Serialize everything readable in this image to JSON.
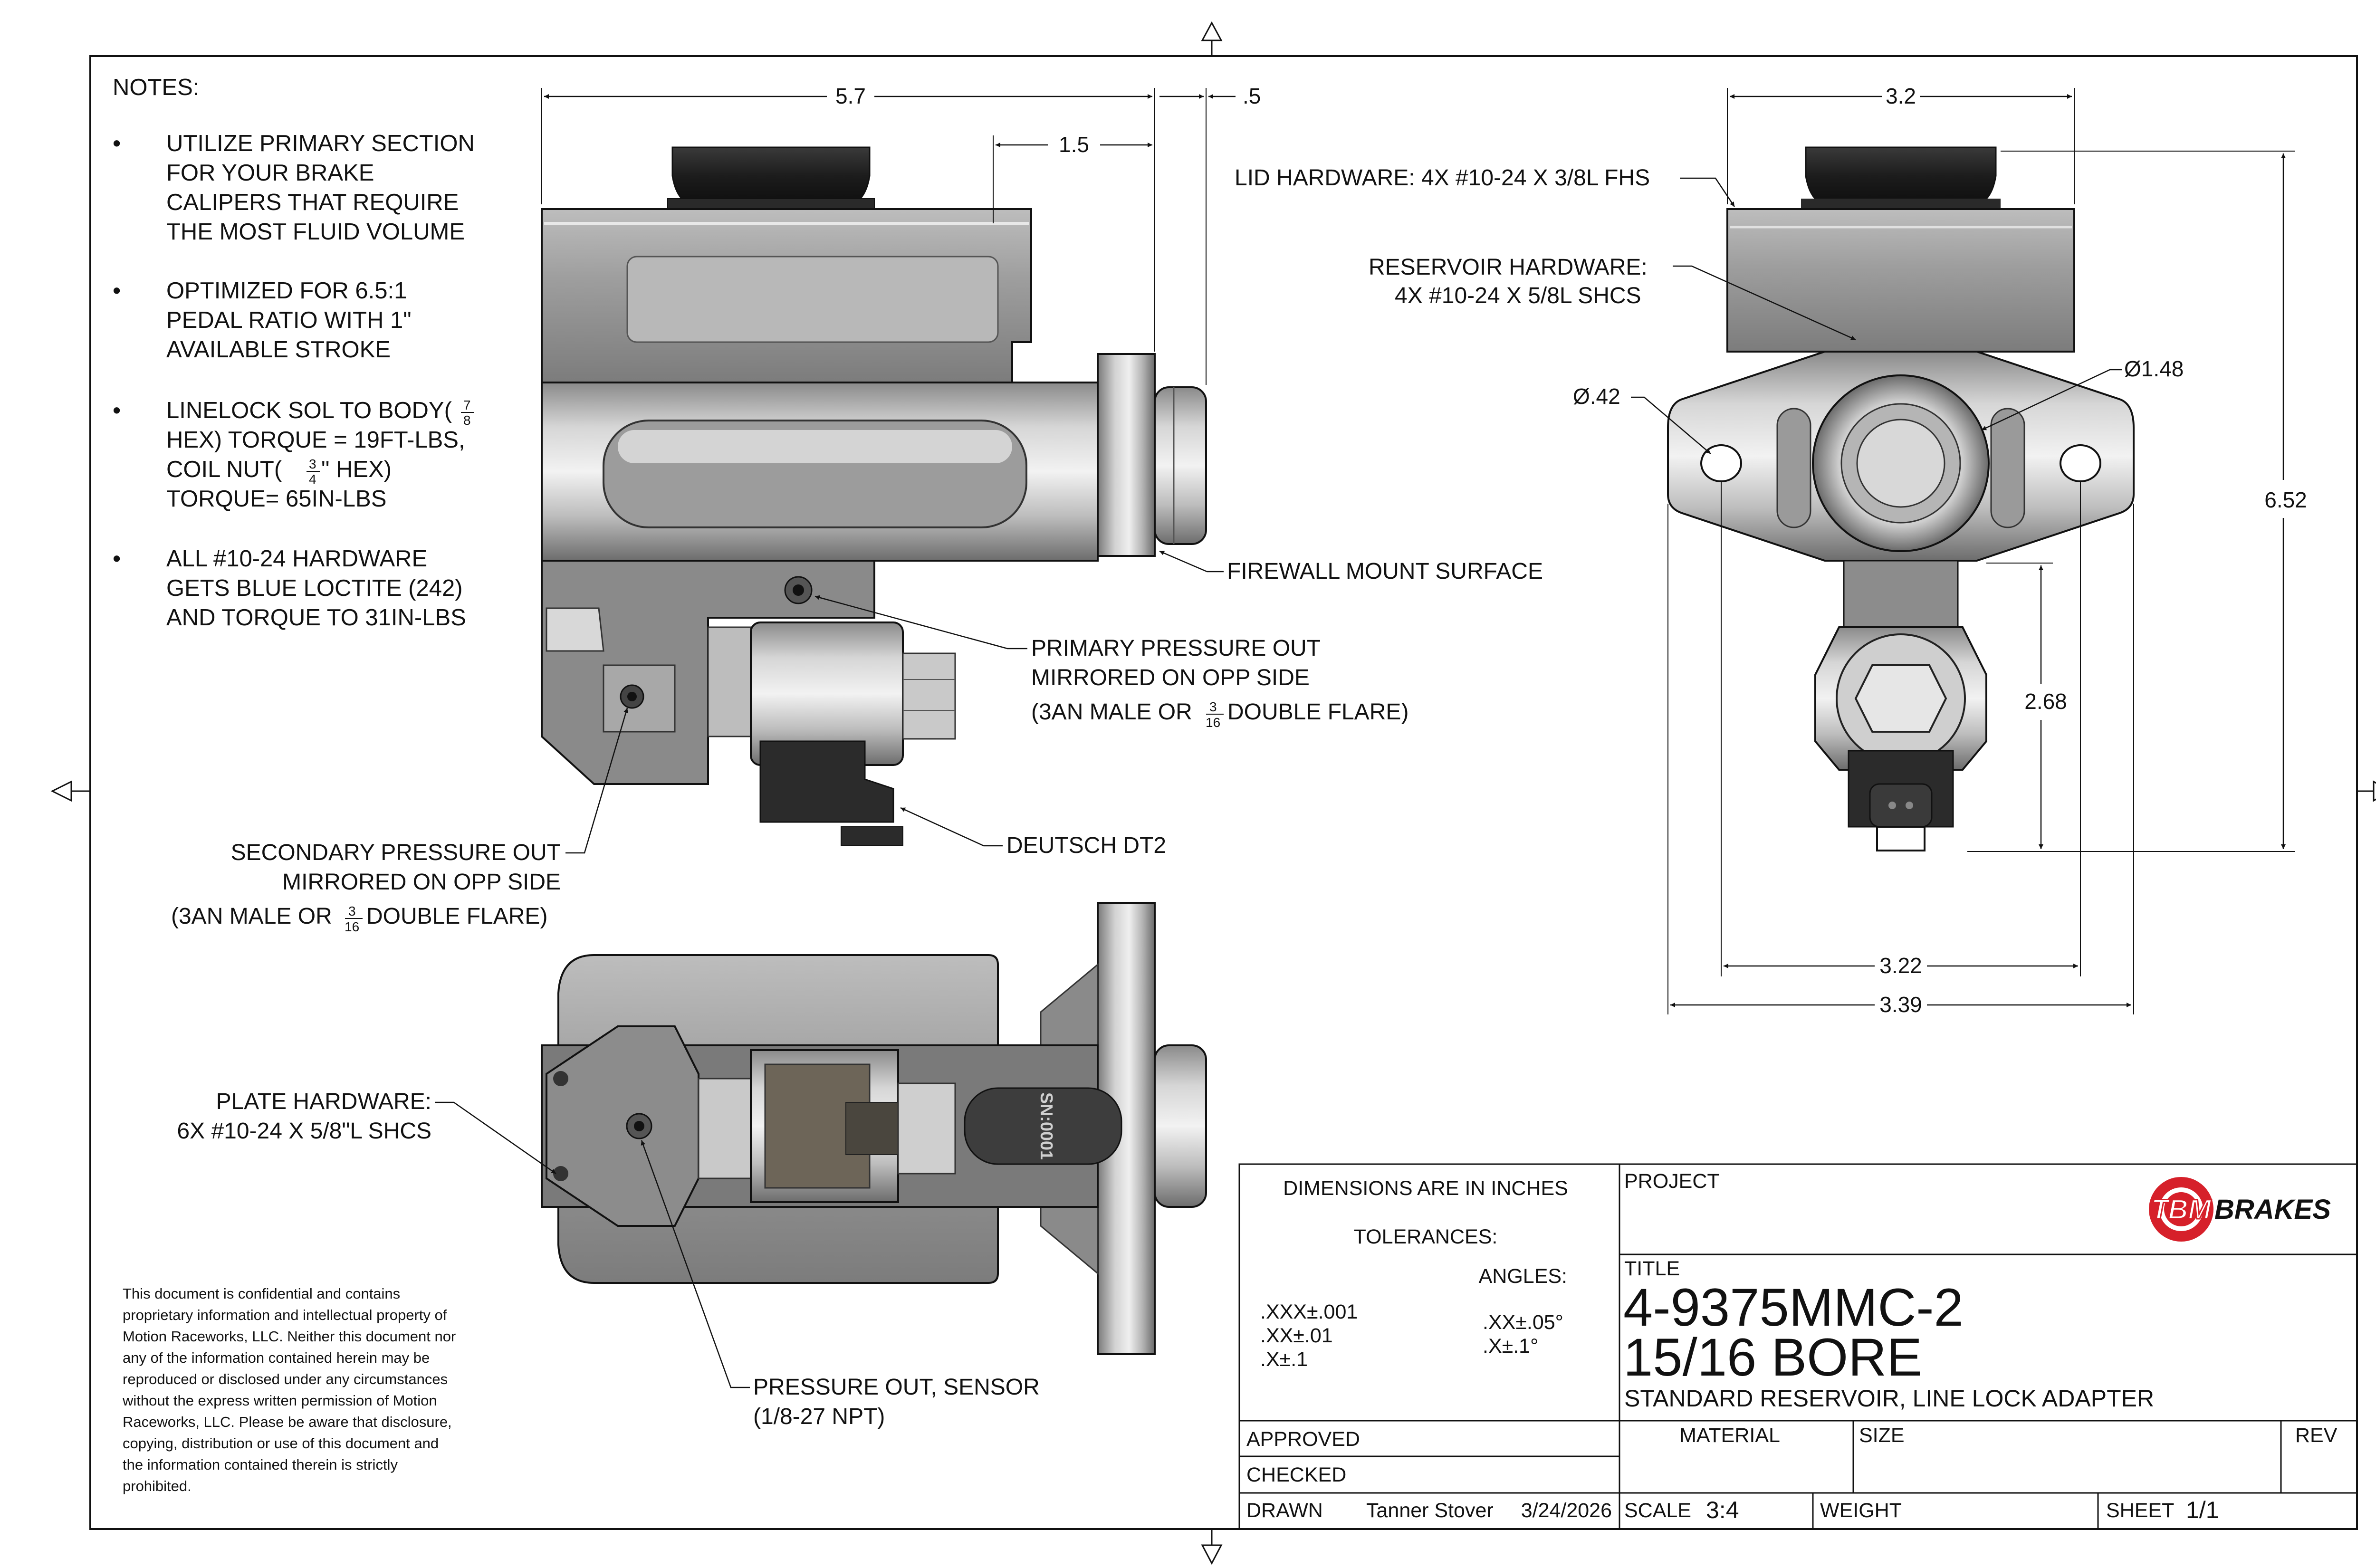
{
  "notes": {
    "heading": "NOTES:",
    "bullet": "•",
    "n1": [
      "UTILIZE PRIMARY SECTION",
      "FOR YOUR BRAKE",
      "CALIPERS THAT REQUIRE",
      "THE MOST FLUID VOLUME"
    ],
    "n2": [
      "OPTIMIZED FOR 6.5:1",
      "PEDAL RATIO WITH 1\"",
      "AVAILABLE STROKE"
    ],
    "n3": {
      "l1a": "LINELOCK SOL TO BODY(",
      "l1num": "7",
      "l1den": "8",
      "l2": "HEX) TORQUE = 19FT-LBS,",
      "l3a": "COIL NUT(",
      "l3num": "3",
      "l3den": "4",
      "l3b": "\" HEX)",
      "l4": "TORQUE= 65IN-LBS"
    },
    "n4": [
      "ALL #10-24 HARDWARE",
      "GETS BLUE LOCTITE (242)",
      "AND TORQUE TO 31IN-LBS"
    ]
  },
  "dimensions": {
    "side_length": "5.7",
    "side_flange": "1.5",
    "side_offset": ".5",
    "front_width": "3.2",
    "front_height": "6.52",
    "front_lower": "2.68",
    "front_holes": "3.22",
    "front_overall": "3.39",
    "hole_dia": "Ø.42",
    "bore_dia": "Ø1.48"
  },
  "callouts": {
    "lid": "LID HARDWARE: 4X #10-24 X 3/8L FHS",
    "res1": "RESERVOIR HARDWARE:",
    "res2": "4X  #10-24 X 5/8L SHCS",
    "firewall": "FIREWALL MOUNT SURFACE",
    "prim1": "PRIMARY PRESSURE OUT",
    "prim2": "MIRRORED ON OPP SIDE",
    "prim3a": "(3AN MALE OR ",
    "prim3b": " DOUBLE FLARE)",
    "frac_num": "3",
    "frac_den": "16",
    "deutsch": "DEUTSCH DT2",
    "sec1": "SECONDARY PRESSURE OUT",
    "sec2": "MIRRORED ON OPP SIDE",
    "sec3a": "(3AN MALE OR ",
    "sec3b": " DOUBLE FLARE)",
    "plate1": "PLATE HARDWARE:",
    "plate2": "6X #10-24 X 5/8\"L SHCS",
    "sensor1": "PRESSURE OUT, SENSOR",
    "sensor2": "(1/8-27 NPT)",
    "serial": "SN:0001"
  },
  "confidential": [
    "This document is confidential and contains",
    "proprietary information and intellectual property of",
    "Motion Raceworks, LLC. Neither this document nor",
    "any of the information contained herein may be",
    "reproduced or disclosed under any circumstances",
    "without the express written permission of Motion",
    "Raceworks, LLC. Please be aware that disclosure,",
    "copying, distribution or use of this document and",
    "the information contained therein is strictly",
    "prohibited."
  ],
  "title_block": {
    "dims_in_inches": "DIMENSIONS ARE IN INCHES",
    "tolerances": "TOLERANCES:",
    "angles": "ANGLES:",
    "tol1": ".XXX±.001",
    "tol2": ".XX±.01",
    "tol3": ".X±.1",
    "ang1": ".XX±.05°",
    "ang2": ".X±.1°",
    "project_label": "PROJECT",
    "logo_a": "TBM",
    "logo_b": "BRAKES",
    "title_label": "TITLE",
    "part_number": "4-9375MMC-2",
    "bore": "15/16 BORE",
    "description": "STANDARD RESERVOIR, LINE LOCK ADAPTER",
    "approved": "APPROVED",
    "checked": "CHECKED",
    "drawn": "DRAWN",
    "drawn_by": "Tanner Stover",
    "drawn_date": "3/24/2026",
    "material": "MATERIAL",
    "size": "SIZE",
    "rev": "REV",
    "scale_label": "SCALE",
    "scale_value": "3:4",
    "weight": "WEIGHT",
    "sheet_label": "SHEET",
    "sheet_value": "1/1"
  },
  "colors": {
    "line": "#111111",
    "metal_light": "#d9d9d9",
    "metal_mid": "#9a9a9a",
    "metal_dark": "#555555",
    "cap": "#1e1e1e",
    "logo_red": "#d6202a"
  }
}
